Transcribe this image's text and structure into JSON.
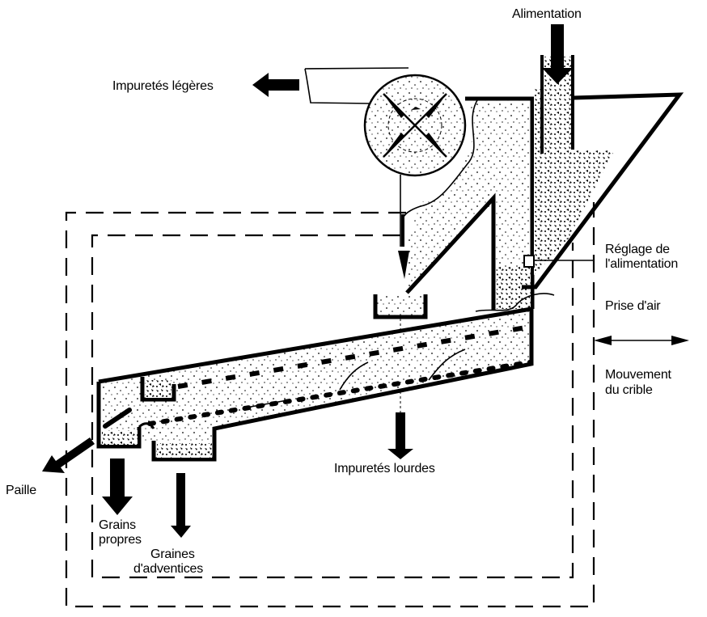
{
  "diagram": {
    "title": "Nettoyeur-séparateur à grain (crible et aspiration)",
    "labels": {
      "feed": "Alimentation",
      "light_impurities": "Impuretés légères",
      "feed_adjustment_line1": "Réglage de",
      "feed_adjustment_line2": "l'alimentation",
      "air_intake": "Prise d'air",
      "sieve_movement_line1": "Mouvement",
      "sieve_movement_line2": "du crible",
      "heavy_impurities": "Impuretés lourdes",
      "straw": "Paille",
      "clean_grain_line1": "Grains",
      "clean_grain_line2": "propres",
      "weed_seeds_line1": "Graines",
      "weed_seeds_line2": "d'adventices"
    },
    "components": [
      "feed-hopper",
      "fan",
      "air-duct",
      "settling-chamber",
      "heavy-impurities-tray",
      "vibrating-sieve",
      "outer-frame",
      "inner-frame"
    ],
    "colors": {
      "ink": "#000000",
      "paper": "#ffffff"
    }
  }
}
